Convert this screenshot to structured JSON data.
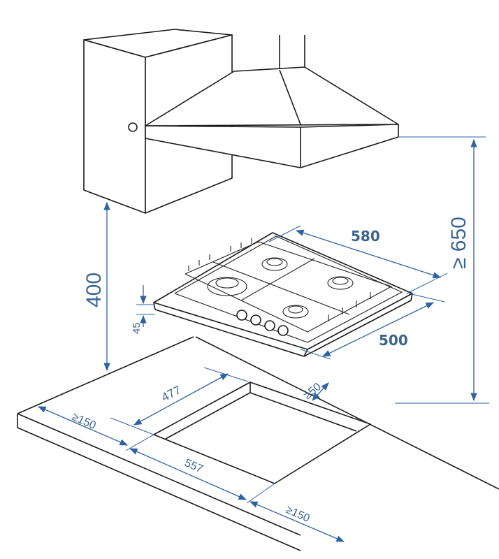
{
  "colors": {
    "dimension": "#2e62a0",
    "label": "#3b6591",
    "outline": "#1a1a1a"
  },
  "dimensions": {
    "hob_width": "580",
    "hob_depth": "500",
    "hob_height": "45",
    "hood_clearance": "≥ 650",
    "cabinet_clearance": "400",
    "cutout_depth": "477",
    "cutout_width": "557",
    "back_clearance": "≥50",
    "left_clearance": "≥150",
    "right_clearance": "≥150"
  }
}
